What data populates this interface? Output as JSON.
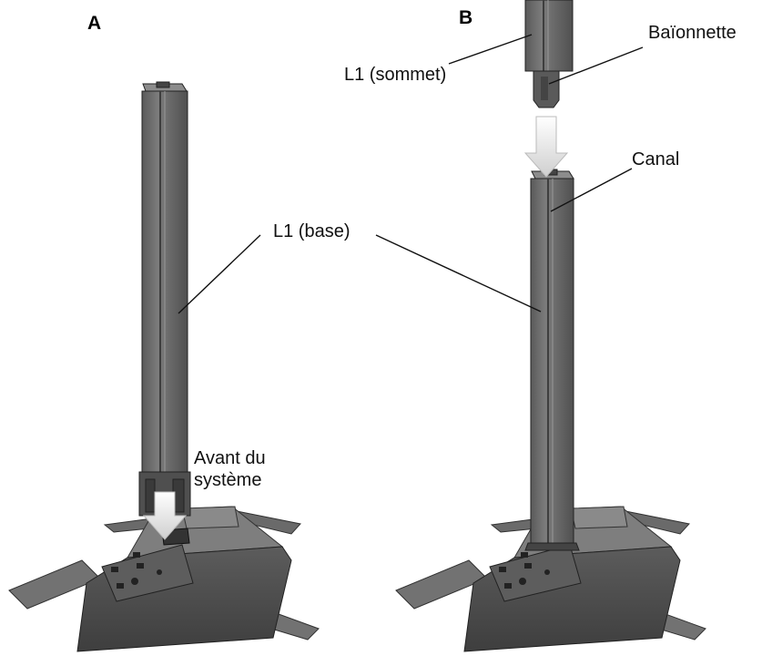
{
  "panels": {
    "a": "A",
    "b": "B"
  },
  "labels": {
    "l1_base": "L1 (base)",
    "front_line1": "Avant du",
    "front_line2": "système",
    "l1_top": "L1 (sommet)",
    "bayonet": "Baïonnette",
    "channel": "Canal"
  },
  "colors": {
    "column_main": "#6e6e6e",
    "column_dark": "#4a4a4a",
    "column_light": "#8c8c8c",
    "base_top": "#7a7a7a",
    "base_front": "#4f4f4f",
    "arrow": "#d9d9d9",
    "leader_line": "#111111"
  }
}
